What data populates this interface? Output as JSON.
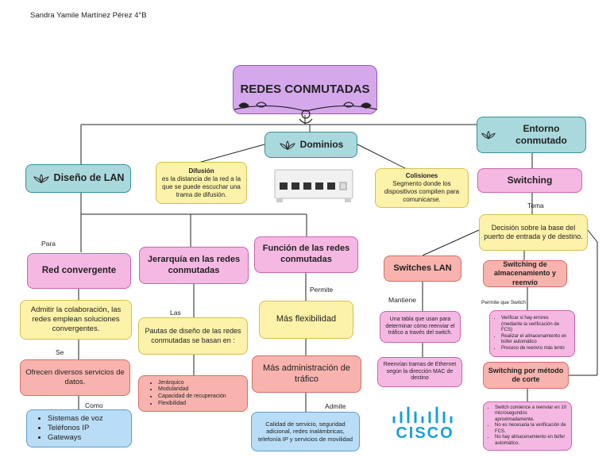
{
  "author": "Sandra Yamile Martínez Pérez 4°B",
  "title": "REDES CONMUTADAS",
  "dominios": "Dominios",
  "difusion": {
    "title": "Difusión",
    "text": "es la distancia de la red a la que se puede escuchar una trama de difusión."
  },
  "colisiones": {
    "title": "Colisiones",
    "text": "Segmento donde los dispositivos compiten para comunicarse."
  },
  "diseno_lan": "Diseño de LAN",
  "entorno": "Entorno conmutado",
  "switching": "Switching",
  "labels": {
    "para": "Para",
    "se": "Se",
    "como": "Como",
    "las": "Las",
    "permite": "Permite",
    "admite": "Admite",
    "mantiene": "Mantiene",
    "toma": "Toma",
    "permite_switch": "Permite que Switch"
  },
  "red_convergente": "Red convergente",
  "admitir": "Admitir la colaboración, las redes emplean soluciones convergentes.",
  "ofrecen": "Ofrecen diversos servicios de datos.",
  "servicios": [
    "Sistemas de voz",
    "Teléfonos IP",
    "Gateways"
  ],
  "jerarquia": "Jerarquía en las redes conmutadas",
  "pautas": "Pautas de diseño de las redes conmutadas se basan en :",
  "pautas_list": [
    "Jerárquico",
    "Modularidad",
    "Capacidad de recuperación",
    "Flexibilidad"
  ],
  "funcion": "Función de las redes conmutadas",
  "flexibilidad": "Más flexibilidad",
  "administracion": "Más administración de tráfico",
  "calidad": "Calidad de servicio, seguridad adicional, redes inalámbricas, telefonía IP y servicios de movilidad",
  "switches_lan": "Switches LAN",
  "tabla": "Una tabla que usan para determinar cómo reenviar el tráfico a través del switch.",
  "reenvian": "Reenvían tramas de Ethernet según la dirección MAC de destino",
  "cisco": "CISCO",
  "decision": "Decisión sobre la base del puerto de entrada y de destino.",
  "almacenamiento": "Switching de almacenamiento y reenvío",
  "almacenamiento_list": [
    "Verificar si hay errores (mediante la verificación de FCS)",
    "Realizar el almacenamiento en búfer automático",
    "Proceso de reenvío más lento"
  ],
  "corte": "Switching por método de corte",
  "corte_list": [
    "Switch comience a reenviar en 10 microsegundos aproximadamente.",
    "No es necesaria la verificación de FCS.",
    "No hay almacenamiento en búfer automático."
  ],
  "colors": {
    "teal": "#a9d9dc",
    "pink": "#f5b8e3",
    "yellow": "#fdf2a9",
    "salmon": "#f8b3ae",
    "blue": "#b9ddf6",
    "lavender": "#d5a8ec",
    "cisco_blue": "#1ba0d7"
  }
}
